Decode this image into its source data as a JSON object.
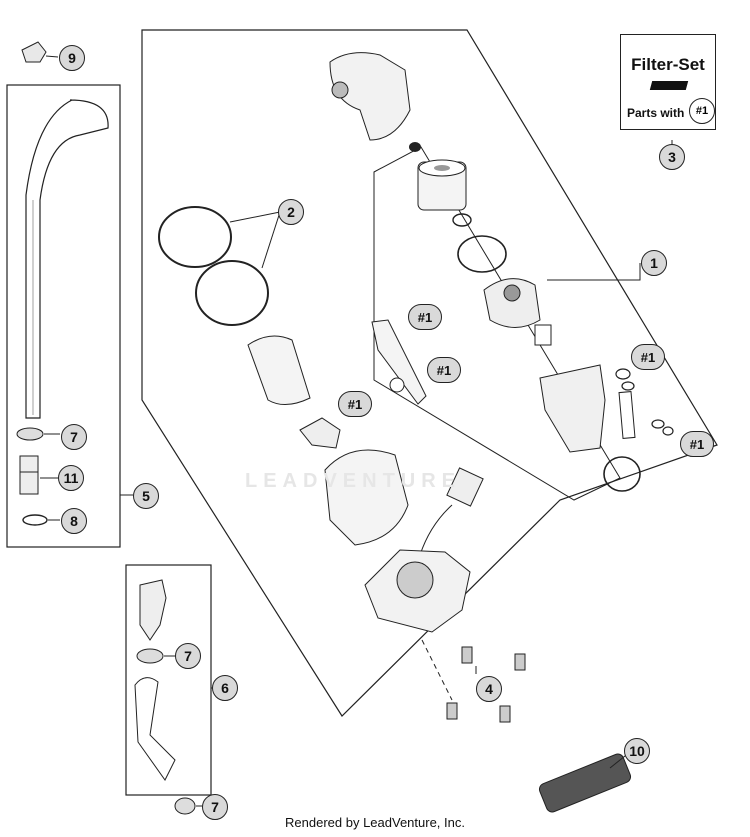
{
  "filter_set": {
    "title": "Filter-Set",
    "parts_label": "Parts with",
    "parts_ref": "#1"
  },
  "callouts": {
    "c1": "1",
    "c2": "2",
    "c3": "3",
    "c4": "4",
    "c5": "5",
    "c6": "6",
    "c7a": "7",
    "c7b": "7",
    "c7c": "7",
    "c8": "8",
    "c9": "9",
    "c10": "10",
    "c11": "11",
    "r1a": "#1",
    "r1b": "#1",
    "r1c": "#1",
    "r1d": "#1",
    "r1e": "#1"
  },
  "watermark": "LEADVENTURE",
  "footer": "Rendered by LeadVenture, Inc."
}
